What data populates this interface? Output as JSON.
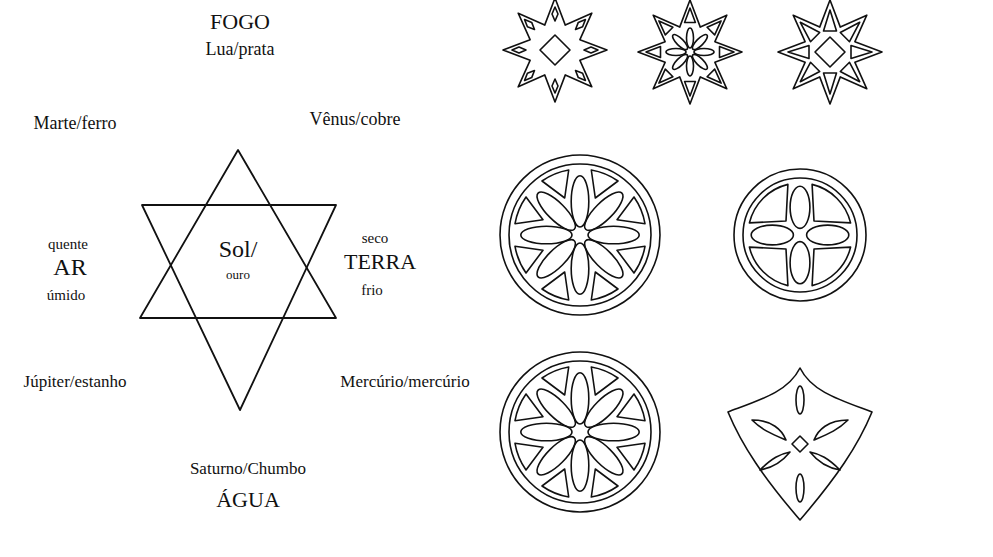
{
  "diagram": {
    "labels": [
      "FOGO",
      "Lua/prata",
      "Marte/ferro",
      "Vênus/cobre",
      "quente",
      "AR",
      "úmido",
      "Sol/",
      "ouro",
      "seco",
      "TERRA",
      "frio",
      "Júpiter/estanho",
      "Mercúrio/mercúrio",
      "Saturno/Chumbo",
      "ÁGUA"
    ]
  }
}
